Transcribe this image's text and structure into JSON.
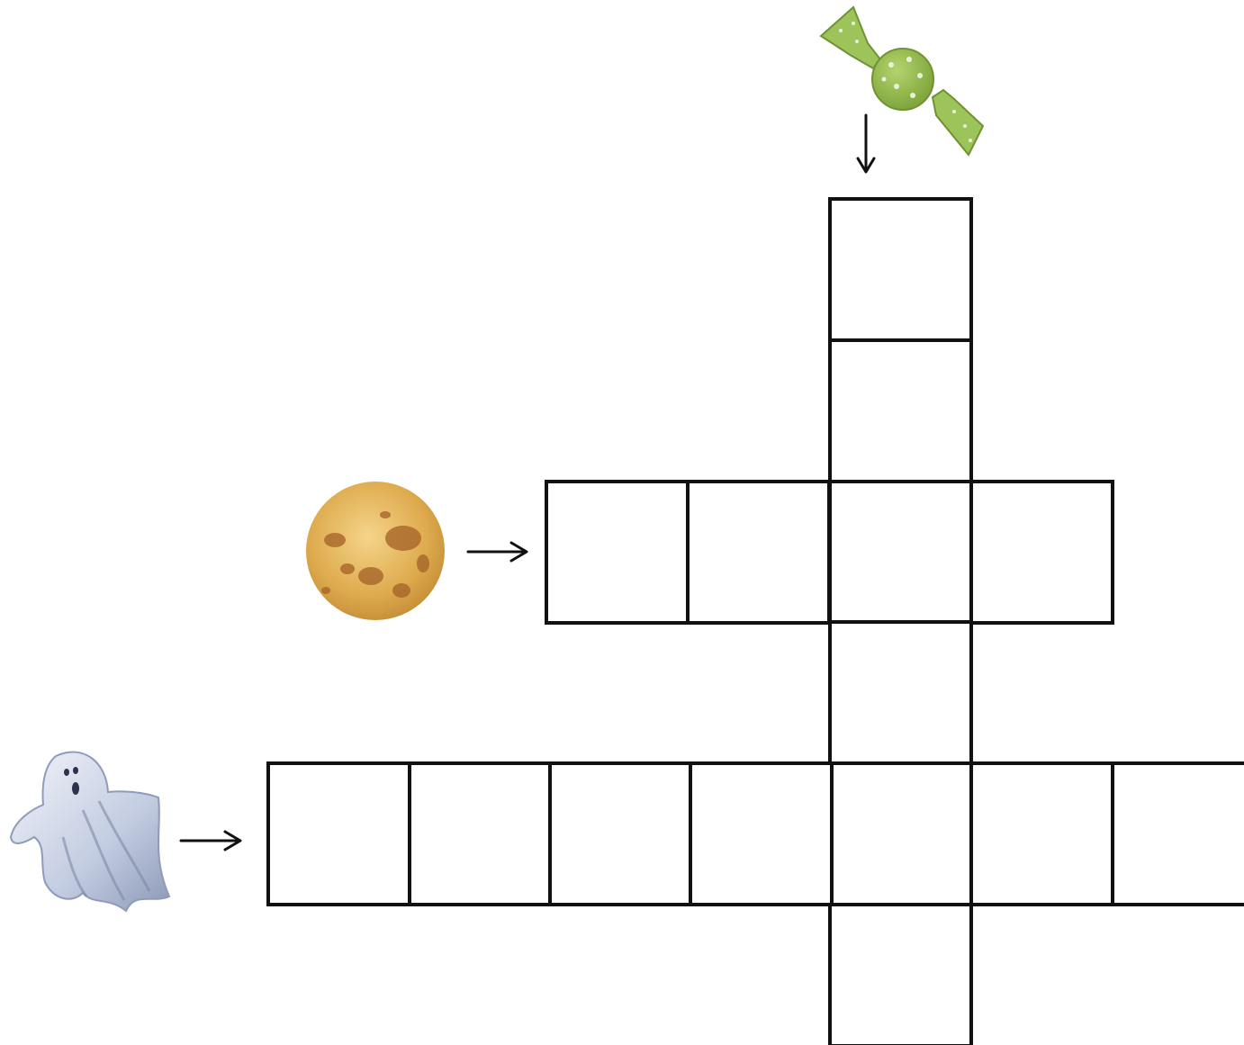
{
  "puzzle": {
    "type": "picture-crossword",
    "clues": [
      {
        "id": "candy",
        "direction": "down",
        "picture": "candy-icon",
        "length": 6
      },
      {
        "id": "moon",
        "direction": "across",
        "picture": "moon-icon",
        "length": 4
      },
      {
        "id": "ghost",
        "direction": "across",
        "picture": "ghost-icon",
        "length": 7
      }
    ]
  },
  "colors": {
    "grid_line": "#111111",
    "background": "#ffffff",
    "candy": "#8fb94a",
    "moon": "#d9a441",
    "ghost": "#aab6cf"
  }
}
